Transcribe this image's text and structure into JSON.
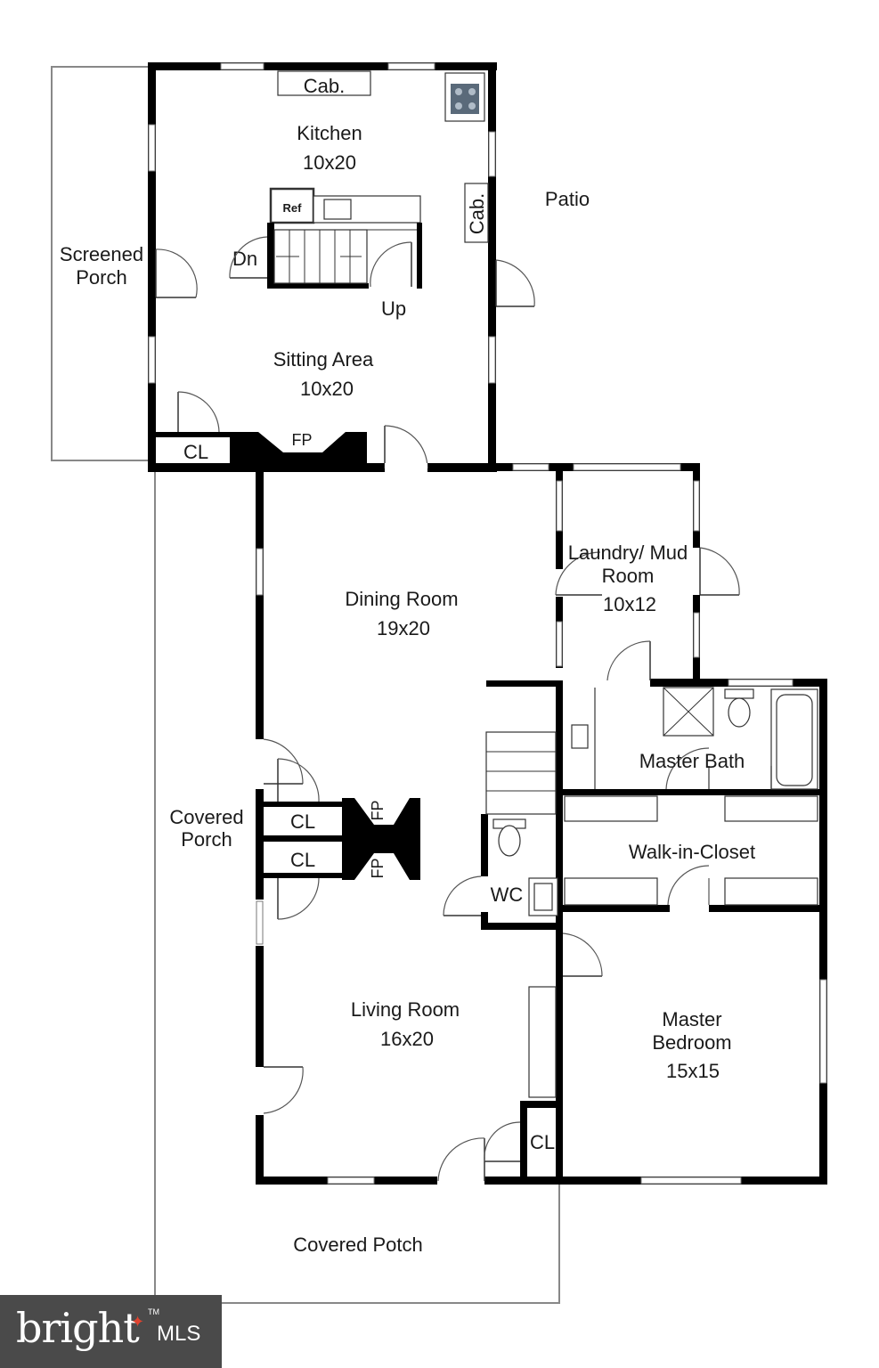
{
  "rooms": {
    "kitchen": {
      "name": "Kitchen",
      "size": "10x20"
    },
    "sitting_area": {
      "name": "Sitting Area",
      "size": "10x20"
    },
    "dining_room": {
      "name": "Dining Room",
      "size": "19x20"
    },
    "laundry": {
      "name_line1": "Laundry/ Mud",
      "name_line2": "Room",
      "size": "10x12"
    },
    "master_bath": {
      "name": "Master Bath"
    },
    "walk_in_closet": {
      "name": "Walk-in-Closet"
    },
    "living_room": {
      "name": "Living Room",
      "size": "16x20"
    },
    "master_bedroom": {
      "name_line1": "Master",
      "name_line2": "Bedroom",
      "size": "15x15"
    },
    "screened_porch": {
      "name_line1": "Screened",
      "name_line2": "Porch"
    },
    "covered_porch_side": {
      "name_line1": "Covered",
      "name_line2": "Porch"
    },
    "covered_porch_front": {
      "name": "Covered Potch"
    },
    "patio": {
      "name": "Patio"
    },
    "wc": {
      "name": "WC"
    }
  },
  "fixtures": {
    "cab_top": "Cab.",
    "cab_side": "Cab.",
    "ref": "Ref",
    "stairs_down": "Dn",
    "stairs_up": "Up",
    "fp_upper": "FP",
    "fp_lower_top": "FP",
    "fp_lower_bottom": "FP",
    "closet_sitting": "CL",
    "closet_porch_1": "CL",
    "closet_porch_2": "CL",
    "closet_living": "CL"
  },
  "logo": {
    "brand": "bright",
    "suffix": "MLS",
    "tm": "TM"
  },
  "colors": {
    "wall": "#000000",
    "logo_bg": "#4a4a4a",
    "logo_accent": "#e0432f"
  }
}
